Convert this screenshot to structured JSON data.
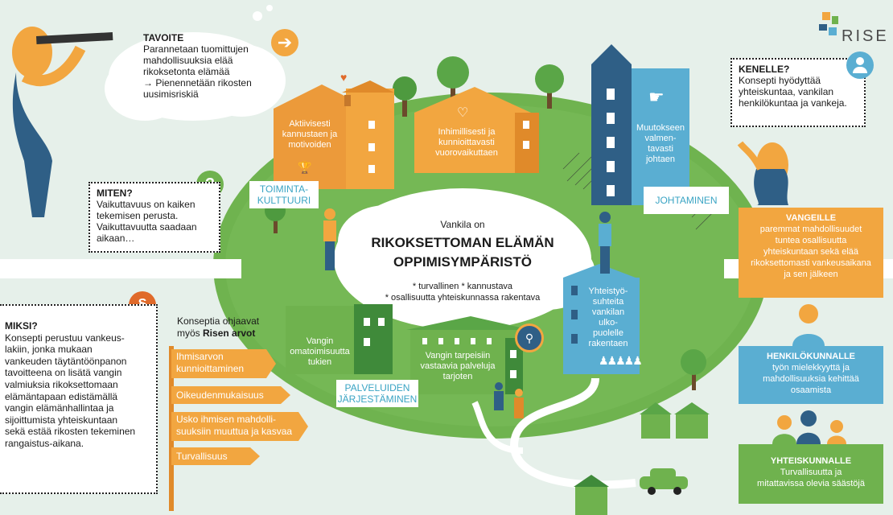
{
  "logo": {
    "text": "RISE"
  },
  "goal": {
    "heading": "TAVOITE",
    "lines": [
      "Parannetaan tuomittujen",
      "mahdollisuuksia elää",
      "rikoksetonta elämää",
      "→ Pienennetään rikosten",
      "uusimisriskiä"
    ]
  },
  "how": {
    "heading": "MITEN?",
    "lines": [
      "Vaikuttavuus on kaiken",
      "tekemisen perusta.",
      "Vaikuttavuutta saadaan",
      "aikaan…"
    ]
  },
  "who": {
    "heading": "KENELLE?",
    "lines": [
      "Konsepti hyödyttää",
      "yhteiskuntaa, vankilan",
      "henkilökuntaa ja vankeja."
    ]
  },
  "why": {
    "heading": "MIKSI?",
    "lines": [
      "Konsepti perustuu vankeus-",
      "lakiin, jonka mukaan",
      "vankeuden täytäntöönpanon",
      "tavoitteena on lisätä vangin",
      "valmiuksia rikoksettomaan",
      "elämäntapaan edistämällä",
      "vangin elämänhallintaa ja",
      "sijoittumista yhteiskuntaan",
      "sekä estää rikosten tekeminen",
      "rangaistus-aikana."
    ]
  },
  "values": {
    "intro_line1": "Konseptia ohjaavat",
    "intro_line2_prefix": "myös ",
    "intro_line2_bold": "Risen arvot",
    "items": [
      [
        "Ihmisarvon",
        "kunnioittaminen"
      ],
      [
        "Oikeudenmukaisuus"
      ],
      [
        "Usko ihmisen mahdolli-",
        "suuksiin muuttua ja kasvaa"
      ],
      [
        "Turvallisuus"
      ]
    ]
  },
  "center": {
    "line1": "Vankila on",
    "title1": "RIKOKSETTOMAN ELÄMÄN",
    "title2": "OPPIMISYMPÄRISTÖ",
    "bullet1": "* turvallinen  *  kannustava",
    "bullet2": "* osallisuutta yhteiskunnassa rakentava"
  },
  "houses": {
    "h1": [
      "Aktiivisesti",
      "kannustaen ja",
      "motivoiden"
    ],
    "h2": [
      "Inhimillisesti ja",
      "kunnioittavasti",
      "vuorovaikuttaen"
    ],
    "h3": [
      "Muutokseen",
      "valmen-",
      "tavasti",
      "johtaen"
    ],
    "h4": [
      "Vangin",
      "omatoimisuutta",
      "tukien"
    ],
    "h5": [
      "Vangin tarpeisiin",
      "vastaavia palveluja",
      "tarjoten"
    ],
    "h6": [
      "Yhteistyö-",
      "suhteita",
      "vankilan",
      "ulko-",
      "puolelle",
      "rakentaen"
    ]
  },
  "labels": {
    "culture": [
      "TOIMINTA-",
      "KULTTUURI"
    ],
    "leadership": "JOHTAMINEN",
    "services": [
      "PALVELUIDEN",
      "JÄRJESTÄMINEN"
    ]
  },
  "prisoners": {
    "heading": "VANGEILLE",
    "lines": [
      "paremmat mahdollisuudet",
      "tuntea osallisuutta",
      "yhteiskuntaan sekä elää",
      "rikoksettomasti vankeusaikana",
      "ja sen jälkeen"
    ]
  },
  "staff": {
    "heading": "HENKILÖKUNNALLE",
    "lines": [
      "työn mielekkyyttä ja",
      "mahdollisuuksia kehittää",
      "osaamista"
    ]
  },
  "society": {
    "heading": "YHTEISKUNNALLE",
    "lines": [
      "Turvallisuutta ja",
      "mitattavissa olevia säästöjä"
    ]
  },
  "colors": {
    "orange": "#f2a640",
    "green": "#6fb24e",
    "blue": "#5aaed2",
    "navy": "#2f5f86",
    "background": "#e6f0ea"
  },
  "icons": [
    "arrow-right-icon",
    "question-icon",
    "user-icon",
    "paragraph-icon",
    "heart-icon",
    "trophy-icon",
    "pointing-hand-icon",
    "keyhole-icon",
    "people-icon"
  ]
}
